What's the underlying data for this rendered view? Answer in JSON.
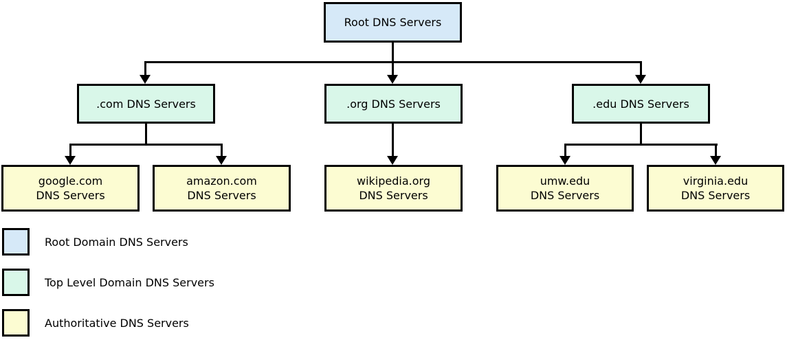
{
  "nodes": {
    "root": {
      "label": "Root DNS Servers"
    },
    "com": {
      "label": ".com DNS Servers"
    },
    "org": {
      "label": ".org DNS Servers"
    },
    "edu": {
      "label": ".edu DNS Servers"
    },
    "google": {
      "line1": "google.com",
      "line2": "DNS Servers"
    },
    "amazon": {
      "line1": "amazon.com",
      "line2": "DNS Servers"
    },
    "wikipedia": {
      "line1": "wikipedia.org",
      "line2": "DNS Servers"
    },
    "umw": {
      "line1": "umw.edu",
      "line2": "DNS Servers"
    },
    "virginia": {
      "line1": "virginia.edu",
      "line2": "DNS Servers"
    }
  },
  "edges": [
    {
      "from": "root",
      "to": "com"
    },
    {
      "from": "root",
      "to": "org"
    },
    {
      "from": "root",
      "to": "edu"
    },
    {
      "from": "com",
      "to": "google"
    },
    {
      "from": "com",
      "to": "amazon"
    },
    {
      "from": "org",
      "to": "wikipedia"
    },
    {
      "from": "edu",
      "to": "umw"
    },
    {
      "from": "edu",
      "to": "virginia"
    }
  ],
  "legend": {
    "items": [
      {
        "label": "Root Domain DNS Servers",
        "color": "#d6e9f8"
      },
      {
        "label": "Top Level Domain DNS Servers",
        "color": "#d9f7e9"
      },
      {
        "label": "Authoritative DNS Servers",
        "color": "#fcfcd2"
      }
    ]
  },
  "colors": {
    "root_fill": "#d6e9f8",
    "tld_fill": "#d9f7e9",
    "authoritative_fill": "#fcfcd2",
    "line": "#000000",
    "background": "#ffffff"
  }
}
